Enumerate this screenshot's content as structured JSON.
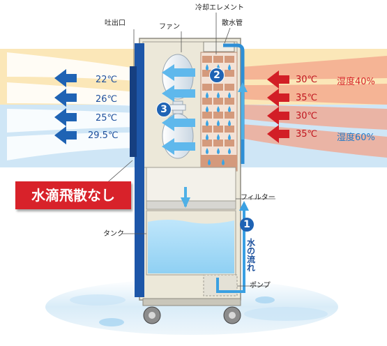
{
  "labels": {
    "outlet": "吐出口",
    "fan": "ファン",
    "cooling_element": "冷却エレメント",
    "sprinkler_pipe": "散水管",
    "filter": "フィルター",
    "tank": "タンク",
    "pump": "ポンプ",
    "water_flow": "水の流れ"
  },
  "callout": "水滴飛散なし",
  "outlet_temps": [
    "22℃",
    "26℃",
    "25℃",
    "29.5℃"
  ],
  "inlet_temps": [
    "30℃",
    "35℃",
    "30℃",
    "35℃"
  ],
  "humidity": {
    "top": "湿度40%",
    "bottom": "湿度60%"
  },
  "steps": [
    "1",
    "2",
    "3"
  ],
  "colors": {
    "warm_band": "#fbe7b8",
    "cool_band": "#cfe6f6",
    "callout_red": "#d8222a",
    "arrow_red": "#d21e26",
    "arrow_blue": "#1f63b4",
    "panel_blue": "#1d56a8",
    "humidity_40": "#d8222a",
    "humidity_60": "#1f7ac9",
    "element_brick": "#d49a7c",
    "water": "#4fb0e6"
  }
}
